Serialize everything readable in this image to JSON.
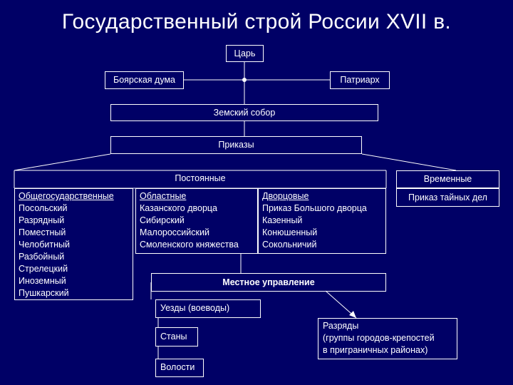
{
  "title": "Государственный строй России XVII в.",
  "tsar": "Царь",
  "boyar_duma": "Боярская дума",
  "patriarch": "Патриарх",
  "zemsky_sobor": "Земский собор",
  "prikazy": "Приказы",
  "permanent": "Постоянные",
  "temporary": "Временные",
  "all_state": {
    "header": "Общегосударственные",
    "items": [
      "Посольский",
      "Разрядный",
      "Поместный",
      "Челобитный",
      "Разбойный",
      "Стрелецкий",
      "Иноземный",
      "Пушкарский"
    ]
  },
  "regional": {
    "header": "Областные",
    "items": [
      "Казанского дворца",
      "Сибирский",
      "Малороссийский",
      "Смоленского княжества"
    ]
  },
  "palace": {
    "header": "Дворцовые",
    "items": [
      "Приказ Большого дворца",
      "Казенный",
      "Конюшенный",
      "Сокольничий"
    ]
  },
  "secret_affairs": "Приказ тайных дел",
  "local_government": "Местное управление",
  "uezdy": "Уезды (воеводы)",
  "stany": "Станы",
  "volosti": "Волости",
  "razryady": [
    "Разряды",
    "(группы городов-крепостей",
    "в приграничных районах)"
  ]
}
